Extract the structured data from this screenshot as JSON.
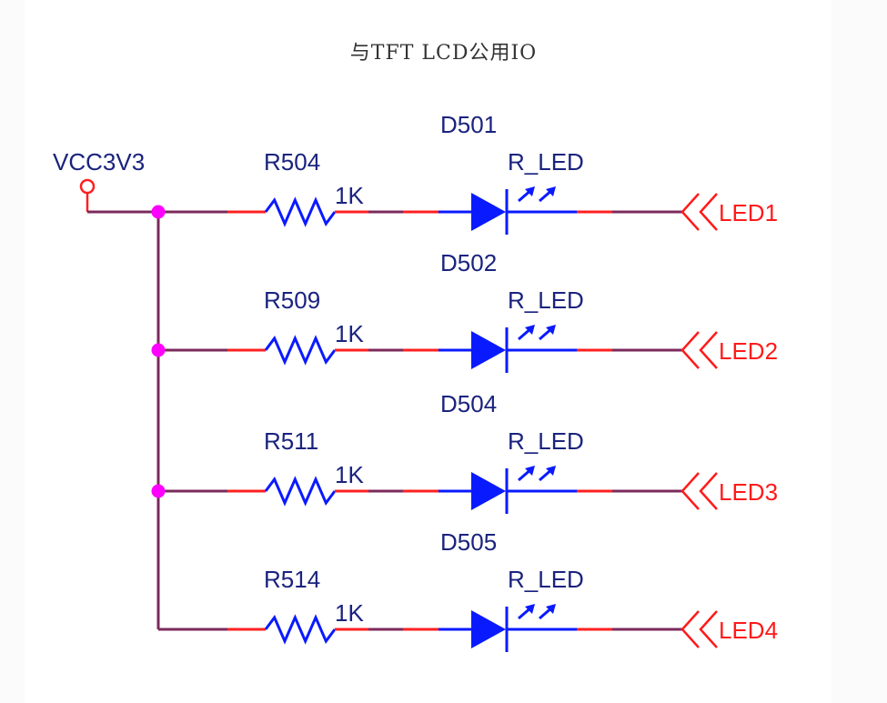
{
  "title": "与TFT LCD公用IO",
  "power": {
    "name": "VCC3V3"
  },
  "colors": {
    "wire": "#7b2a5c",
    "wire_end": "#ff2020",
    "component": "#0a1aff",
    "junction": "#ff00ff",
    "label": "#1a237e",
    "net_label": "#ff1a1a"
  },
  "rows": [
    {
      "resistor": "R504",
      "resistor_value": "1K",
      "diode": "D501",
      "diode_value": "R_LED",
      "net": "LED1"
    },
    {
      "resistor": "R509",
      "resistor_value": "1K",
      "diode": "D502",
      "diode_value": "R_LED",
      "net": "LED2"
    },
    {
      "resistor": "R511",
      "resistor_value": "1K",
      "diode": "D504",
      "diode_value": "R_LED",
      "net": "LED3"
    },
    {
      "resistor": "R514",
      "resistor_value": "1K",
      "diode": "D505",
      "diode_value": "R_LED",
      "net": "LED4"
    }
  ]
}
